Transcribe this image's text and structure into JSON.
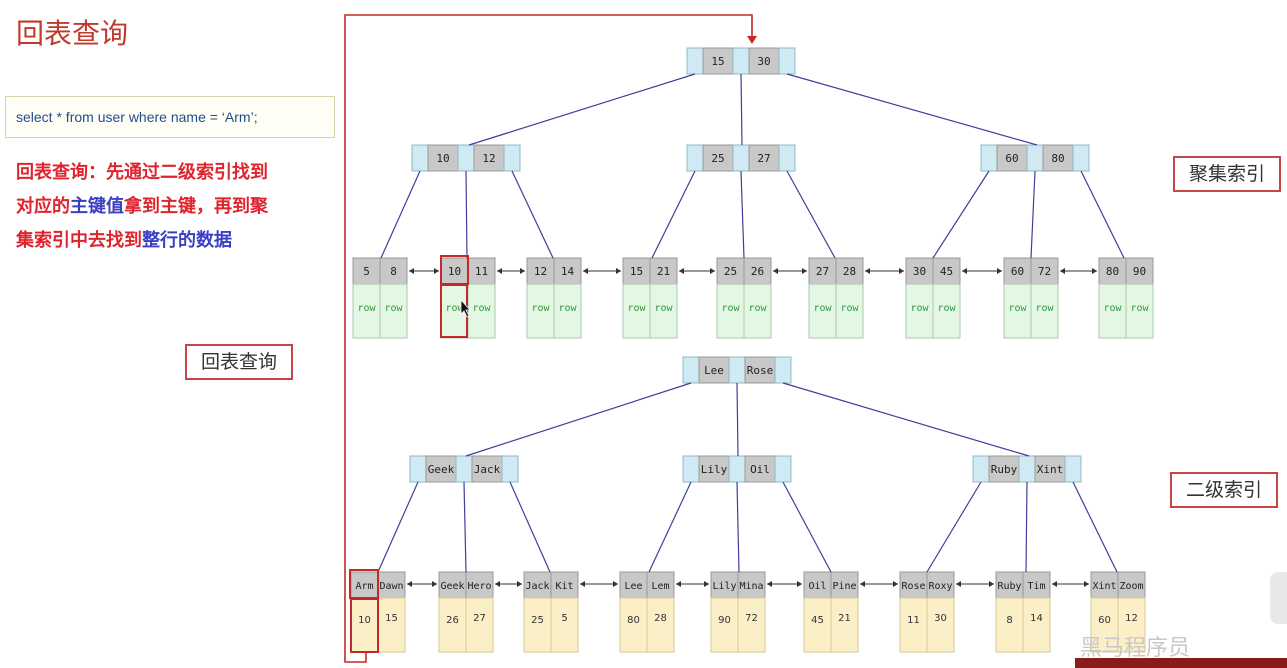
{
  "title": "回表查询",
  "sql": "select * from user where name = ‘Arm’;",
  "desc": {
    "p1": "回表查询：先通过二级索引找到",
    "p2": "对应的",
    "p3": "主键值",
    "p4": "拿到主键，再到聚",
    "p5": "集索引中去找到",
    "p6": "整行的数据"
  },
  "labels": {
    "huibiao": "回表查询",
    "clustered": "聚集索引",
    "secondary": "二级索引"
  },
  "watermark": "黑马程序员",
  "colors": {
    "gray_key": "#c8c8c8",
    "blue_ptr": "#cfeaf3",
    "row_green": "#e4f6e4",
    "row_text": "#2f9a3c",
    "pk_yellow": "#fbefc8",
    "line": "#3f3f9a",
    "highlight": "#c62828"
  },
  "clustered_index": {
    "root": [
      "15",
      "30"
    ],
    "internal": [
      [
        "10",
        "12"
      ],
      [
        "25",
        "27"
      ],
      [
        "60",
        "80"
      ]
    ],
    "leaves": [
      [
        "5",
        "8"
      ],
      [
        "10",
        "11"
      ],
      [
        "12",
        "14"
      ],
      [
        "15",
        "21"
      ],
      [
        "25",
        "26"
      ],
      [
        "27",
        "28"
      ],
      [
        "30",
        "45"
      ],
      [
        "60",
        "72"
      ],
      [
        "80",
        "90"
      ]
    ],
    "row_text": "row"
  },
  "secondary_index": {
    "root": [
      "Lee",
      "Rose"
    ],
    "internal": [
      [
        "Geek",
        "Jack"
      ],
      [
        "Lily",
        "Oil"
      ],
      [
        "Ruby",
        "Xint"
      ]
    ],
    "leaves": [
      [
        "Arm",
        "Dawn"
      ],
      [
        "Geek",
        "Hero"
      ],
      [
        "Jack",
        "Kit"
      ],
      [
        "Lee",
        "Lem"
      ],
      [
        "Lily",
        "Mina"
      ],
      [
        "Oil",
        "Pine"
      ],
      [
        "Rose",
        "Roxy"
      ],
      [
        "Ruby",
        "Tim"
      ],
      [
        "Xint",
        "Zoom"
      ]
    ],
    "pks": [
      [
        "10",
        "15"
      ],
      [
        "26",
        "27"
      ],
      [
        "25",
        "5"
      ],
      [
        "80",
        "28"
      ],
      [
        "90",
        "72"
      ],
      [
        "45",
        "21"
      ],
      [
        "11",
        "30"
      ],
      [
        "8",
        "14"
      ],
      [
        "60",
        "12"
      ]
    ]
  }
}
